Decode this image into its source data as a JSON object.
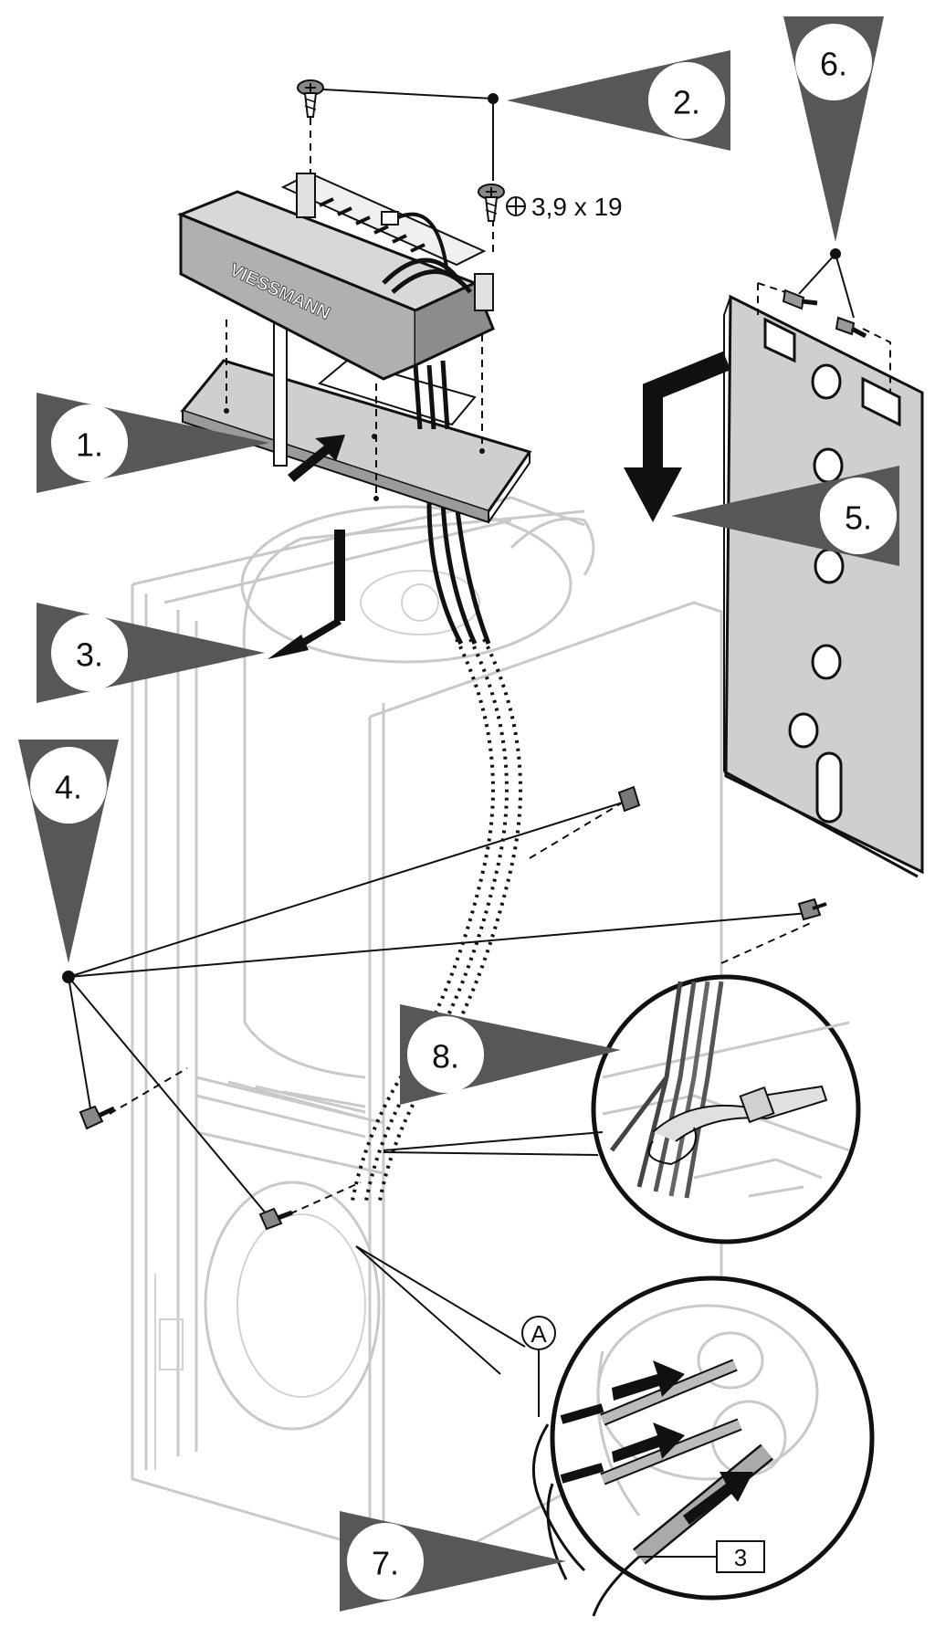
{
  "steps": [
    {
      "id": "step-1",
      "label": "1."
    },
    {
      "id": "step-2",
      "label": "2."
    },
    {
      "id": "step-3",
      "label": "3."
    },
    {
      "id": "step-4",
      "label": "4."
    },
    {
      "id": "step-5",
      "label": "5."
    },
    {
      "id": "step-6",
      "label": "6."
    },
    {
      "id": "step-7",
      "label": "7."
    },
    {
      "id": "step-8",
      "label": "8."
    }
  ],
  "screw_spec": "3,9 x 19",
  "brand_text": "VIESSMANN",
  "callout_a": "A",
  "callout_3": "3",
  "colors": {
    "triangle": "#575757",
    "ghost_outline": "#c9c9c9",
    "panel_fill": "#cfcfcf",
    "module_fill": "#bdbdbd",
    "ink": "#111111"
  },
  "icons": [
    "screw-icon",
    "phillips-head-icon",
    "arrow-icon",
    "cable-tie-icon"
  ]
}
